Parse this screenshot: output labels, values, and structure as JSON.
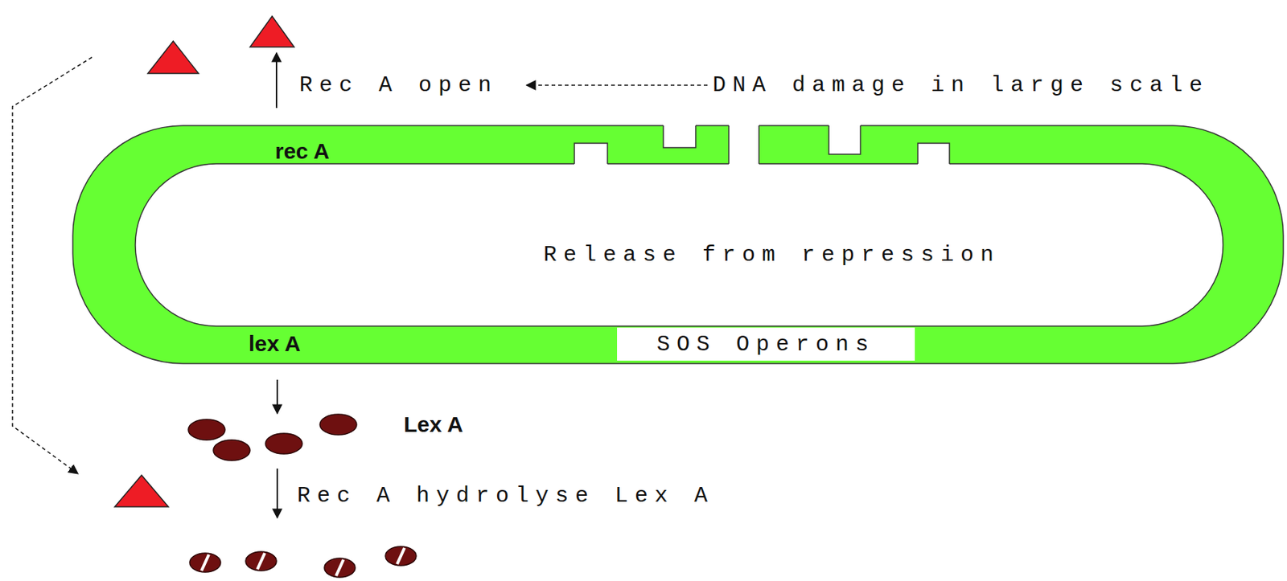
{
  "diagram": {
    "nodes": [
      {
        "text": [
          "rec A",
          "lex A"
        ]
      },
      {
        "text": [
          "SOS Operons"
        ],
        "in": 0
      }
    ],
    "labels": [
      "Rec A open",
      "DNA damage in large scale",
      "Release from repression",
      "Lex A",
      "Rec A hydrolyse Lex A"
    ]
  }
}
